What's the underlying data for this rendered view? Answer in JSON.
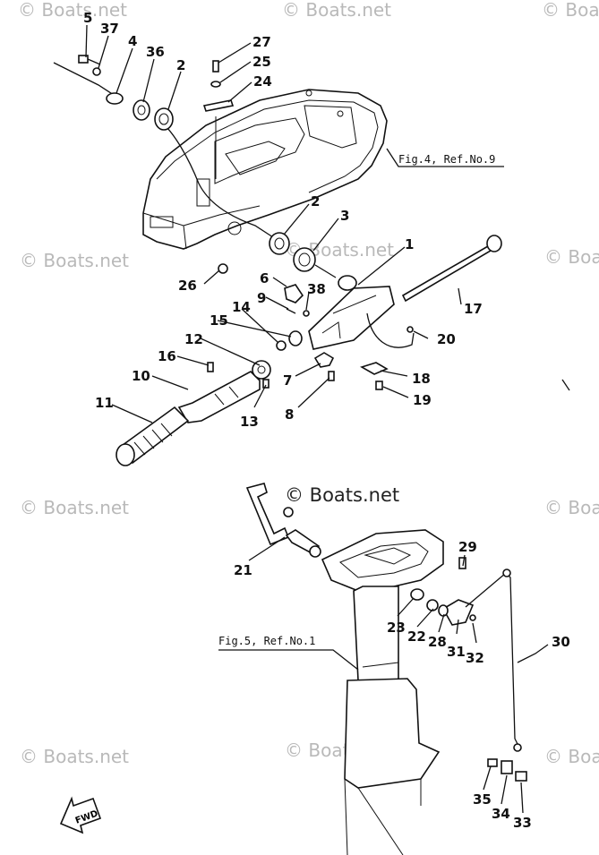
{
  "watermark": "© Boats.net",
  "references": {
    "fig4": "Fig.4, Ref.No.9",
    "fig5": "Fig.5, Ref.No.1"
  },
  "fwd_label": "FWD",
  "part_numbers": {
    "p1": "1",
    "p2a": "2",
    "p2b": "2",
    "p3": "3",
    "p4": "4",
    "p5": "5",
    "p6": "6",
    "p7": "7",
    "p8": "8",
    "p9": "9",
    "p10": "10",
    "p11": "11",
    "p12": "12",
    "p13": "13",
    "p14": "14",
    "p15": "15",
    "p16": "16",
    "p17": "17",
    "p18": "18",
    "p19": "19",
    "p20": "20",
    "p21": "21",
    "p22": "22",
    "p23": "23",
    "p24": "24",
    "p25": "25",
    "p26": "26",
    "p27": "27",
    "p28": "28",
    "p29": "29",
    "p30": "30",
    "p31": "31",
    "p32": "32",
    "p33": "33",
    "p34": "34",
    "p35": "35",
    "p36": "36",
    "p37": "37",
    "p38": "38"
  },
  "colors": {
    "line": "#111111",
    "watermark": "#b9b9b9"
  }
}
